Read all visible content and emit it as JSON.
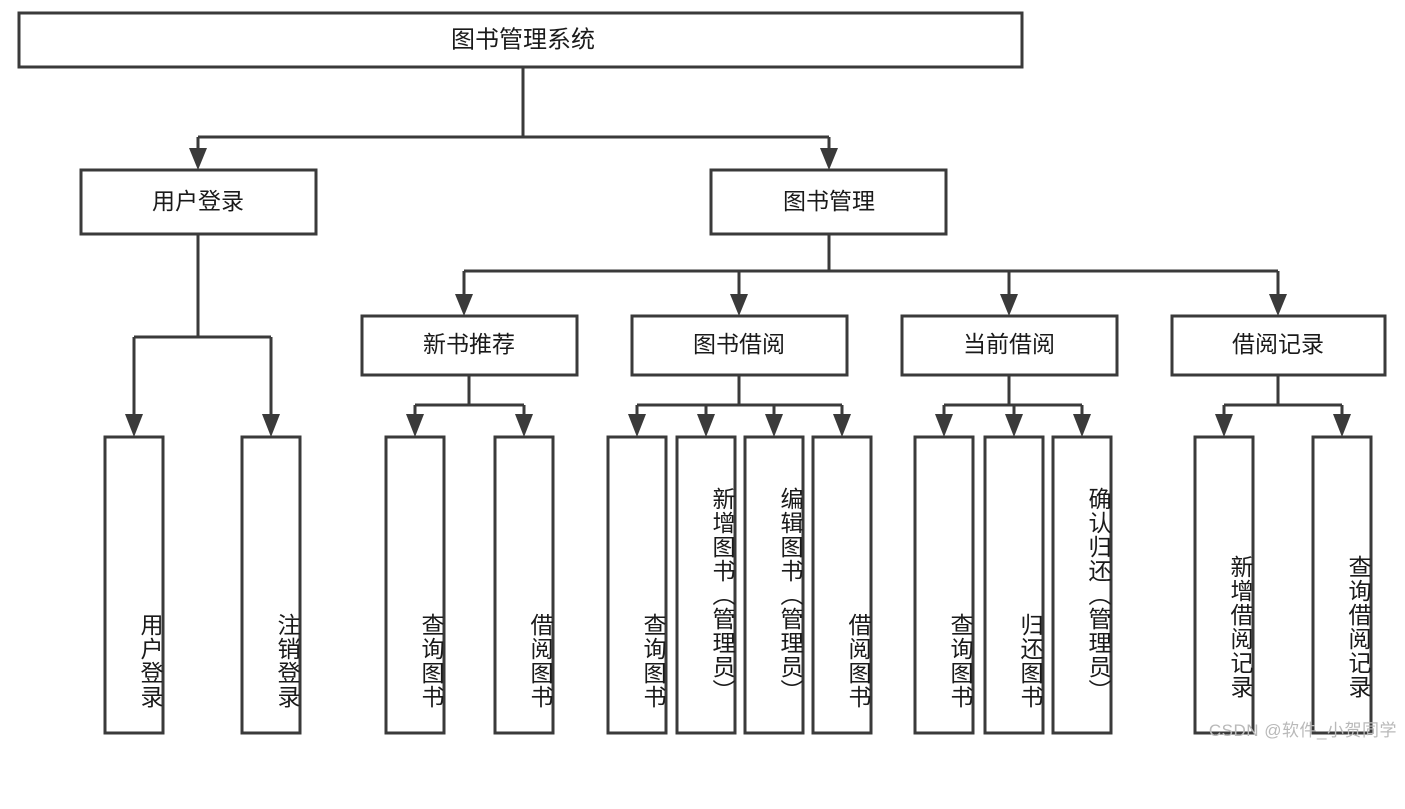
{
  "diagram": {
    "title": "图书管理系统",
    "type": "hierarchy-tree",
    "orientation": "top-down",
    "colors": {
      "box_stroke": "#3a3a3a",
      "box_fill": "#ffffff",
      "connector": "#3a3a3a",
      "text": "#1a1a1a",
      "background": "#ffffff",
      "watermark": "#b9b9b9"
    },
    "levels": [
      {
        "level": 1,
        "nodes": [
          {
            "id": "root",
            "label": "图书管理系统",
            "orientation": "horizontal"
          }
        ]
      },
      {
        "level": 2,
        "nodes": [
          {
            "id": "user-login",
            "label": "用户登录",
            "orientation": "horizontal",
            "parent": "root"
          },
          {
            "id": "book-manage",
            "label": "图书管理",
            "orientation": "horizontal",
            "parent": "root"
          }
        ]
      },
      {
        "level": 3,
        "nodes": [
          {
            "id": "new-book-recommend",
            "label": "新书推荐",
            "orientation": "horizontal",
            "parent": "book-manage"
          },
          {
            "id": "book-borrow",
            "label": "图书借阅",
            "orientation": "horizontal",
            "parent": "book-manage"
          },
          {
            "id": "current-borrow",
            "label": "当前借阅",
            "orientation": "horizontal",
            "parent": "book-manage"
          },
          {
            "id": "borrow-record",
            "label": "借阅记录",
            "orientation": "horizontal",
            "parent": "book-manage"
          }
        ]
      },
      {
        "level": 4,
        "nodes": [
          {
            "id": "leaf-user-login",
            "label": "用户登录",
            "orientation": "vertical",
            "parent": "user-login"
          },
          {
            "id": "leaf-logout",
            "label": "注销登录",
            "orientation": "vertical",
            "parent": "user-login"
          },
          {
            "id": "leaf-query-book-1",
            "label": "查询图书",
            "orientation": "vertical",
            "parent": "new-book-recommend"
          },
          {
            "id": "leaf-borrow-book-1",
            "label": "借阅图书",
            "orientation": "vertical",
            "parent": "new-book-recommend"
          },
          {
            "id": "leaf-query-book-2",
            "label": "查询图书",
            "orientation": "vertical",
            "parent": "book-borrow"
          },
          {
            "id": "leaf-add-book",
            "label": "新增图书（管理员）",
            "orientation": "vertical",
            "parent": "book-borrow"
          },
          {
            "id": "leaf-edit-book",
            "label": "编辑图书（管理员）",
            "orientation": "vertical",
            "parent": "book-borrow"
          },
          {
            "id": "leaf-borrow-book-2",
            "label": "借阅图书",
            "orientation": "vertical",
            "parent": "book-borrow"
          },
          {
            "id": "leaf-query-book-3",
            "label": "查询图书",
            "orientation": "vertical",
            "parent": "current-borrow"
          },
          {
            "id": "leaf-return-book",
            "label": "归还图书",
            "orientation": "vertical",
            "parent": "current-borrow"
          },
          {
            "id": "leaf-confirm-return",
            "label": "确认归还（管理员）",
            "orientation": "vertical",
            "parent": "current-borrow"
          },
          {
            "id": "leaf-add-record",
            "label": "新增借阅记录",
            "orientation": "vertical",
            "parent": "borrow-record"
          },
          {
            "id": "leaf-query-record",
            "label": "查询借阅记录",
            "orientation": "vertical",
            "parent": "borrow-record"
          }
        ]
      }
    ]
  },
  "watermark": {
    "text": "CSDN @软件_小贺同学"
  }
}
